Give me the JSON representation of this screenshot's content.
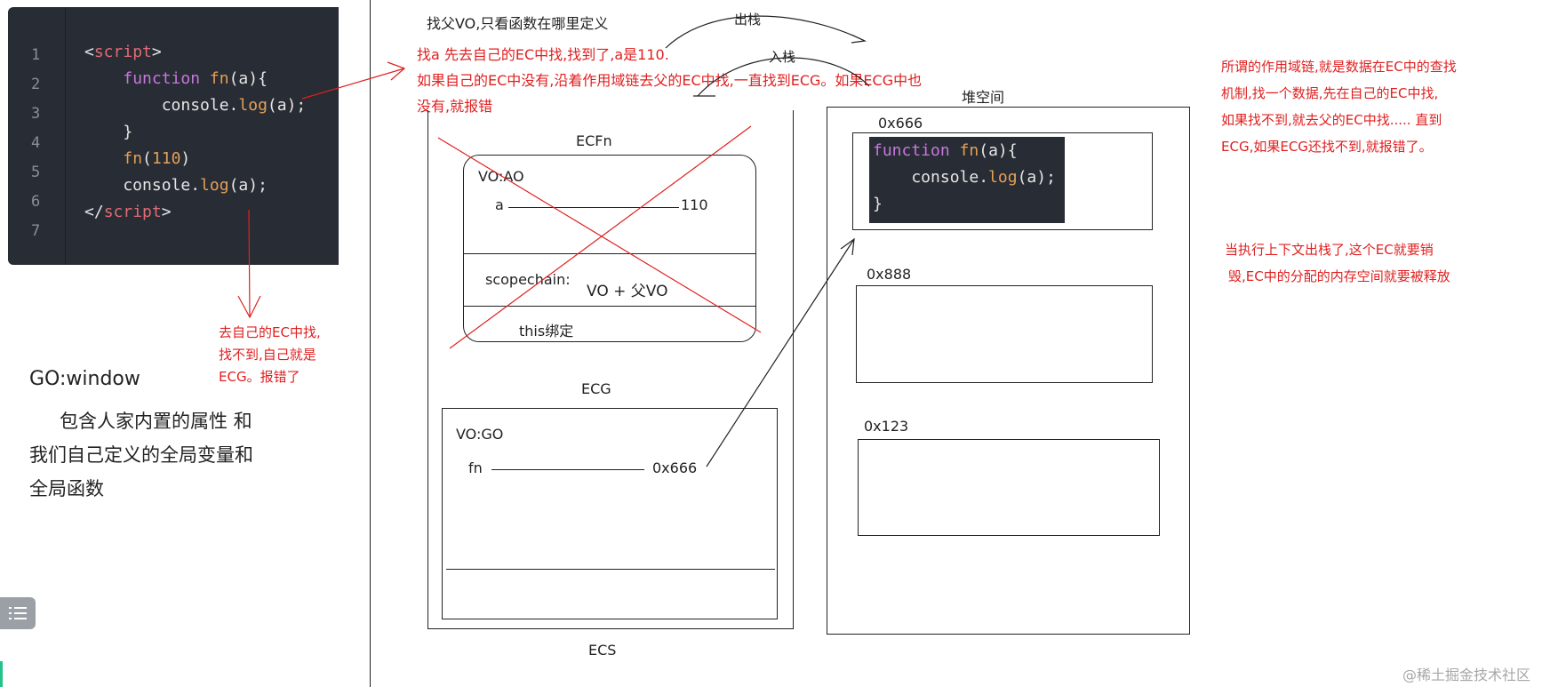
{
  "code_panel": {
    "line_numbers": [
      "1",
      "2",
      "3",
      "4",
      "5",
      "6",
      "7"
    ],
    "lines": [
      [
        {
          "t": "<",
          "c": "t-txt"
        },
        {
          "t": "script",
          "c": "t-tag"
        },
        {
          "t": ">",
          "c": "t-txt"
        }
      ],
      [
        {
          "t": "    ",
          "c": "t-txt"
        },
        {
          "t": "function",
          "c": "t-kw"
        },
        {
          "t": " ",
          "c": "t-txt"
        },
        {
          "t": "fn",
          "c": "t-fn"
        },
        {
          "t": "(a){",
          "c": "t-txt"
        }
      ],
      [
        {
          "t": "        console.",
          "c": "t-txt"
        },
        {
          "t": "log",
          "c": "t-fn"
        },
        {
          "t": "(a);",
          "c": "t-txt"
        }
      ],
      [
        {
          "t": "    }",
          "c": "t-txt"
        }
      ],
      [
        {
          "t": "    ",
          "c": "t-txt"
        },
        {
          "t": "fn",
          "c": "t-fn"
        },
        {
          "t": "(",
          "c": "t-txt"
        },
        {
          "t": "110",
          "c": "t-num"
        },
        {
          "t": ")",
          "c": "t-txt"
        }
      ],
      [
        {
          "t": "    console.",
          "c": "t-txt"
        },
        {
          "t": "log",
          "c": "t-fn"
        },
        {
          "t": "(a);",
          "c": "t-txt"
        }
      ],
      [
        {
          "t": "</",
          "c": "t-txt"
        },
        {
          "t": "script",
          "c": "t-tag"
        },
        {
          "t": ">",
          "c": "t-txt"
        }
      ]
    ]
  },
  "left_notes": {
    "red_note": [
      "去自己的EC中找,",
      "找不到,自己就是",
      "ECG。报错了"
    ],
    "go_title": "GO:window",
    "go_desc": [
      "包含人家内置的属性 和",
      "我们自己定义的全局变量和",
      "全局函数"
    ]
  },
  "top_notes": {
    "find_parent": "找父VO,只看函数在哪里定义",
    "pop_label": "出栈",
    "push_label": "入栈",
    "find_a": [
      "找a   先去自己的EC中找,找到了,a是110.",
      "如果自己的EC中没有,沿着作用域链去父的EC中找,一直找到ECG。如果ECG中也",
      "没有,就报错"
    ]
  },
  "ecs": {
    "label": "ECS",
    "ecfn": {
      "title": "ECFn",
      "vo_label": "VO:AO",
      "var_name": "a",
      "var_value": "110",
      "scope_label": "scopechain:",
      "scope_value": "VO + 父VO",
      "this_label": "this绑定"
    },
    "ecg": {
      "title": "ECG",
      "vo_label": "VO:GO",
      "var_name": "fn",
      "var_value": "0x666"
    }
  },
  "heap": {
    "label": "堆空间",
    "blocks": [
      {
        "addr": "0x666"
      },
      {
        "addr": "0x888"
      },
      {
        "addr": "0x123"
      }
    ],
    "mini_code": [
      [
        {
          "t": "function",
          "c": "t-kw"
        },
        {
          "t": " ",
          "c": "t-txt"
        },
        {
          "t": "fn",
          "c": "t-fn"
        },
        {
          "t": "(a){",
          "c": "t-txt"
        }
      ],
      [
        {
          "t": "    console.",
          "c": "t-txt"
        },
        {
          "t": "log",
          "c": "t-fn"
        },
        {
          "t": "(a);",
          "c": "t-txt"
        }
      ],
      [
        {
          "t": "}",
          "c": "t-txt"
        }
      ]
    ]
  },
  "right_notes": {
    "scope_chain": [
      "所谓的作用域链,就是数据在EC中的查找",
      "机制,找一个数据,先在自己的EC中找,",
      "如果找不到,就去父的EC中找..... 直到",
      "ECG,如果ECG还找不到,就报错了。"
    ],
    "destroy": [
      "当执行上下文出栈了,这个EC就要销",
      "毁,EC中的分配的内存空间就要被释放"
    ]
  },
  "watermark": "@稀土掘金技术社区",
  "colors": {
    "accent_red": "#e02020",
    "code_bg": "#282c34"
  },
  "icons": {
    "toc": "list-icon"
  }
}
